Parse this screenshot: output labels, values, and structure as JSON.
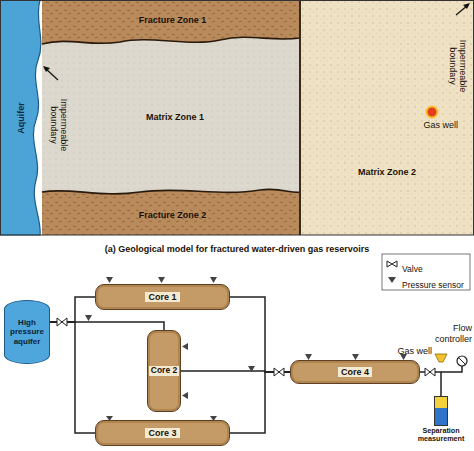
{
  "diagram": {
    "caption": "(a) Geological model for fractured water-driven gas reservoirs",
    "nodes": [
      {
        "text": [
          "Fracture Zone 1"
        ]
      },
      {
        "text": [
          "Aquifer"
        ]
      },
      {
        "text": [
          "Matrix Zone 1"
        ]
      },
      {
        "text": [
          "Fracture Zone 2"
        ]
      },
      {
        "text": [
          "Matrix Zone 2"
        ]
      },
      {
        "text": [
          "High pressure aquifer"
        ]
      },
      {
        "text": [
          "Core 1"
        ]
      },
      {
        "text": [
          "Core 2"
        ]
      },
      {
        "text": [
          "Core 3"
        ]
      },
      {
        "text": [
          "Core 4"
        ]
      },
      {
        "text": [
          "Separation measurement"
        ]
      }
    ],
    "edges": [
      {
        "from": 5,
        "to": 6,
        "arrow": "none"
      },
      {
        "from": 5,
        "to": 7,
        "arrow": "none"
      },
      {
        "from": 5,
        "to": 8,
        "arrow": "none"
      },
      {
        "from": 6,
        "to": 9,
        "arrow": "none"
      },
      {
        "from": 7,
        "to": 9,
        "arrow": "none"
      },
      {
        "from": 8,
        "to": 9,
        "arrow": "none"
      },
      {
        "from": 9,
        "to": 10,
        "arrow": "none"
      }
    ],
    "labels": [
      "Impermeable boundary",
      "Impermeable boundary",
      "Gas well",
      "Gas well",
      "Flow controller"
    ],
    "legend": [
      {
        "text": "Valve"
      },
      {
        "text": "Pressure sensor"
      }
    ]
  }
}
